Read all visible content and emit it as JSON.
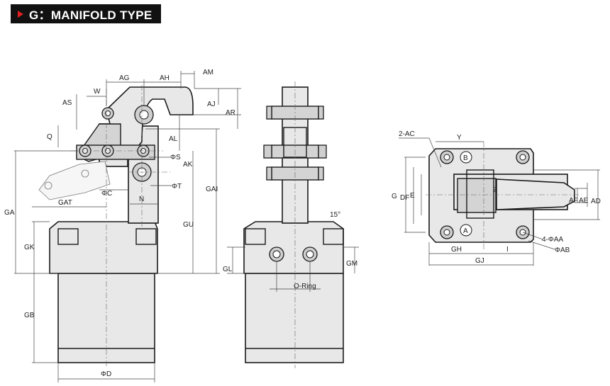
{
  "header": {
    "title": "G：MANIFOLD TYPE"
  },
  "front_view": {
    "labels": {
      "ag": "AG",
      "ah": "AH",
      "am": "AM",
      "w": "W",
      "as": "AS",
      "aj": "AJ",
      "ar": "AR",
      "q": "Q",
      "al": "AL",
      "phi_s": "ΦS",
      "ak": "AK",
      "phi_t": "ΦT",
      "phi_c": "ΦC",
      "n": "N",
      "gat": "GAT",
      "ga": "GA",
      "gai": "GAI",
      "gu": "GU",
      "gk": "GK",
      "gb": "GB",
      "phi_d": "ΦD"
    }
  },
  "side_view": {
    "labels": {
      "angle": "15°",
      "gl": "GL",
      "gm": "GM",
      "oring": "O-Ring"
    }
  },
  "top_view": {
    "labels": {
      "two_ac": "2-AC",
      "y": "Y",
      "g": "G",
      "df": "DF",
      "e": "E",
      "z": "Z",
      "af": "AF",
      "ae": "AE",
      "ad": "AD",
      "four_phi_aa": "4-ΦAA",
      "phi_ab": "ΦAB",
      "gh": "GH",
      "i": "I",
      "gj": "GJ",
      "port_a": "A",
      "port_b": "B"
    }
  }
}
